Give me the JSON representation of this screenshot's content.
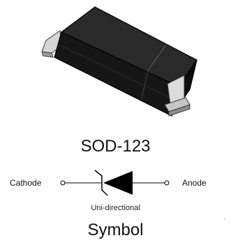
{
  "package": {
    "name": "SOD-123",
    "body_color": "#1c1c1c",
    "lead_color": "#d4d4d4"
  },
  "symbol": {
    "cathode_label": "Cathode",
    "anode_label": "Anode",
    "type_caption": "Uni-directional",
    "title": "Symbol",
    "line_color": "#000000"
  }
}
